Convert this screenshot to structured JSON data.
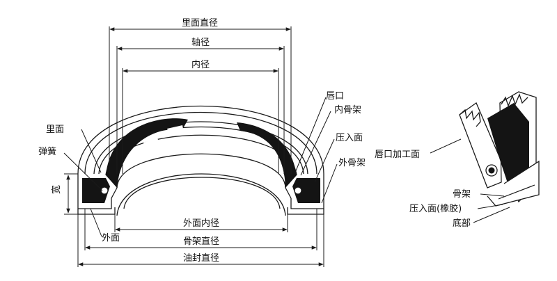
{
  "labels": {
    "inner_face_diameter": "里面直径",
    "shaft_diameter": "轴径",
    "inner_diameter": "内径",
    "inner_face": "里面",
    "spring": "弹簧",
    "width": "宽",
    "outer_face": "外面",
    "outer_face_inner_diameter": "外面内径",
    "case_diameter": "骨架直径",
    "seal_diameter": "油封直径",
    "lip": "唇口",
    "inner_case": "内骨架",
    "press_fit_face": "压入面",
    "outer_case": "外骨架",
    "lip_machined_face": "唇口加工面",
    "case": "骨架",
    "press_fit_face_rubber": "压入面(橡胶)",
    "bottom": "底部"
  },
  "colors": {
    "line": "#1a1a1a",
    "rubber": "#141414",
    "background": "#ffffff"
  }
}
